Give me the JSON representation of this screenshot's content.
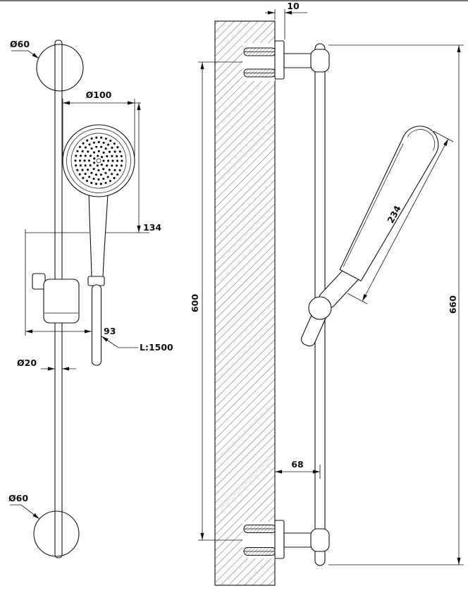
{
  "drawing": {
    "front_view": {
      "top_flange_diameter": "Ø60",
      "head_diameter": "Ø100",
      "head_length": "134",
      "holder_offset": "93",
      "hose_length": "L:1500",
      "rail_diameter": "Ø20",
      "bottom_flange_diameter": "Ø60"
    },
    "side_view": {
      "plate_thickness": "10",
      "bracket_spacing": "600",
      "overall_length": "660",
      "handshower_length": "234",
      "wall_offset": "68"
    }
  }
}
